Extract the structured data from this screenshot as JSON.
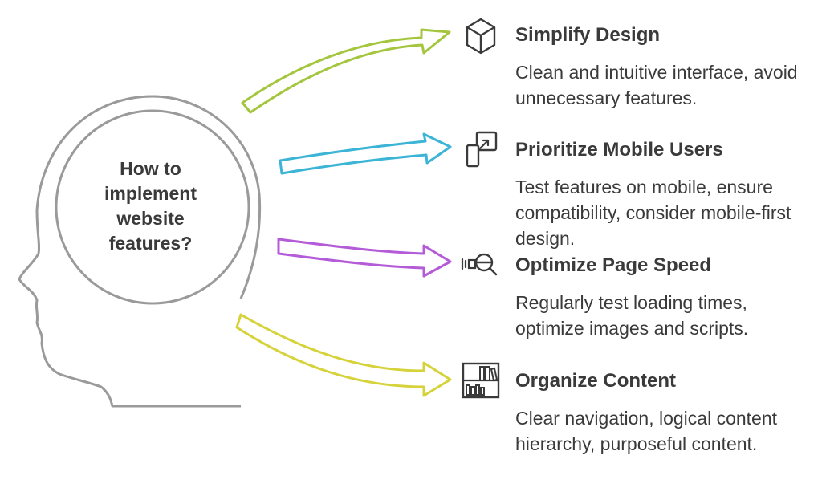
{
  "center": {
    "question": "How to implement website features?"
  },
  "colors": {
    "head_outline": "#9a9a9a",
    "text": "#3a3a3a",
    "arrow_green": "#a4c63c",
    "arrow_blue": "#3bb4d6",
    "arrow_purple": "#b45bd8",
    "arrow_yellow": "#d6d23a"
  },
  "items": [
    {
      "icon": "cube-icon",
      "title": "Simplify Design",
      "description": "Clean and intuitive interface, avoid unnecessary features."
    },
    {
      "icon": "resize-devices-icon",
      "title": "Prioritize Mobile Users",
      "description": "Test features on mobile, ensure compatibility, consider mobile-first design."
    },
    {
      "icon": "speed-magnifier-icon",
      "title": "Optimize Page Speed",
      "description": "Regularly test loading times, optimize images and scripts."
    },
    {
      "icon": "bookshelf-icon",
      "title": "Organize Content",
      "description": "Clear navigation, logical content hierarchy, purposeful content."
    }
  ]
}
